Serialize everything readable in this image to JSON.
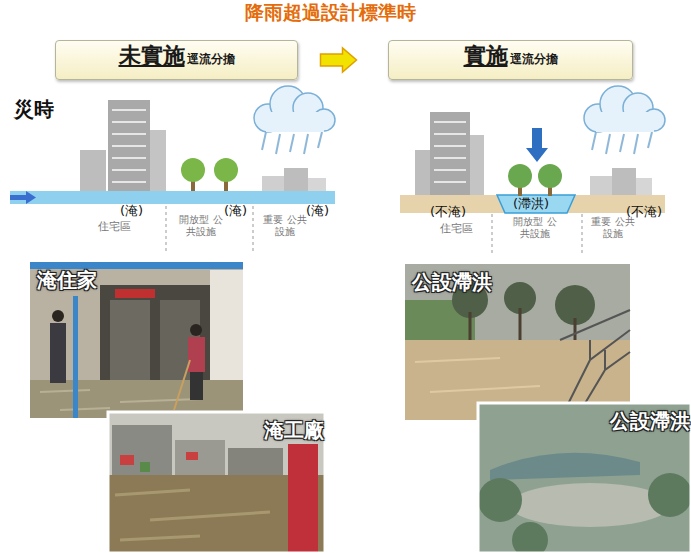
{
  "diagram": {
    "title": "降雨超過設計標準時",
    "nodes": [
      {
        "text": [
          "未實施",
          "逕流分擔"
        ]
      },
      {
        "text": [
          "實施",
          "逕流分擔"
        ]
      },
      {
        "text": [
          "淹住家"
        ]
      },
      {
        "text": [
          "淹工廠"
        ]
      },
      {
        "text": [
          "公設滯洪"
        ]
      },
      {
        "text": [
          "公設滯洪"
        ]
      }
    ],
    "edges": [
      {
        "from": 0,
        "to": 1,
        "arrow": "to"
      }
    ],
    "labels": [
      "災時",
      "(淹)",
      "住宅區",
      "(淹)",
      "開放型 公共設施",
      "(淹)",
      "重要 公共設施",
      "(不淹)",
      "住宅區",
      "(滯洪)",
      "開放型 公共設施",
      "重要 公共設施",
      "(不淹)"
    ]
  }
}
